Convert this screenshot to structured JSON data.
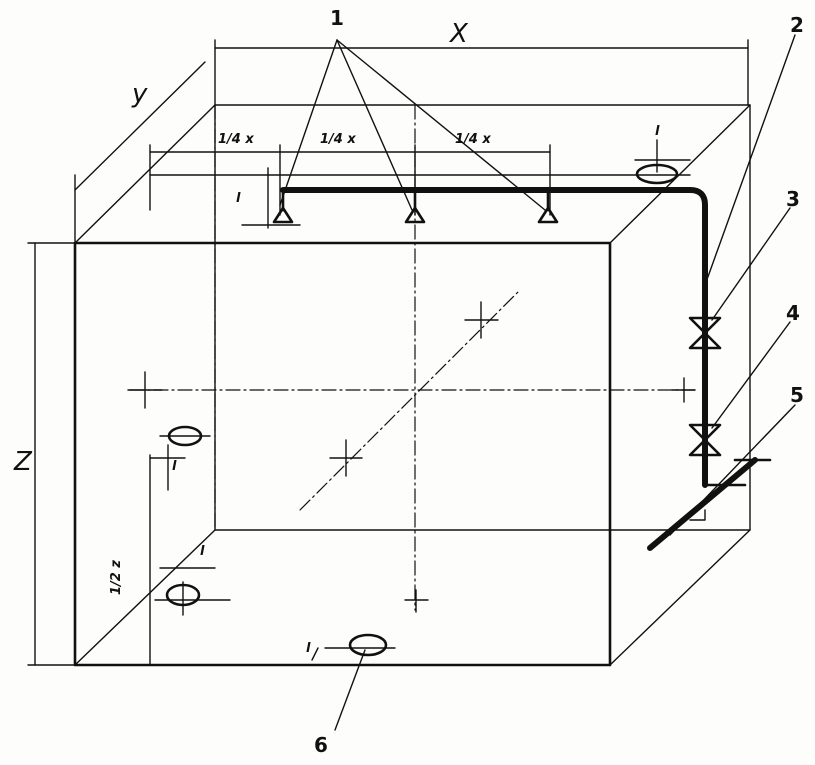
{
  "labels": {
    "n1": "1",
    "n2": "2",
    "n3": "3",
    "n4": "4",
    "n5": "5",
    "n6": "6"
  },
  "axes": {
    "x": "X",
    "y": "y",
    "z": "Z"
  },
  "dimensions": {
    "quarter_x_1": "1/4 x",
    "quarter_x_2": "1/4 x",
    "quarter_x_3": "1/4 x",
    "half_z": "1/2 z",
    "l_top_left": "l",
    "l_top_right": "l",
    "l_side": "l",
    "l_side_low": "l",
    "l_bottom": "l"
  }
}
